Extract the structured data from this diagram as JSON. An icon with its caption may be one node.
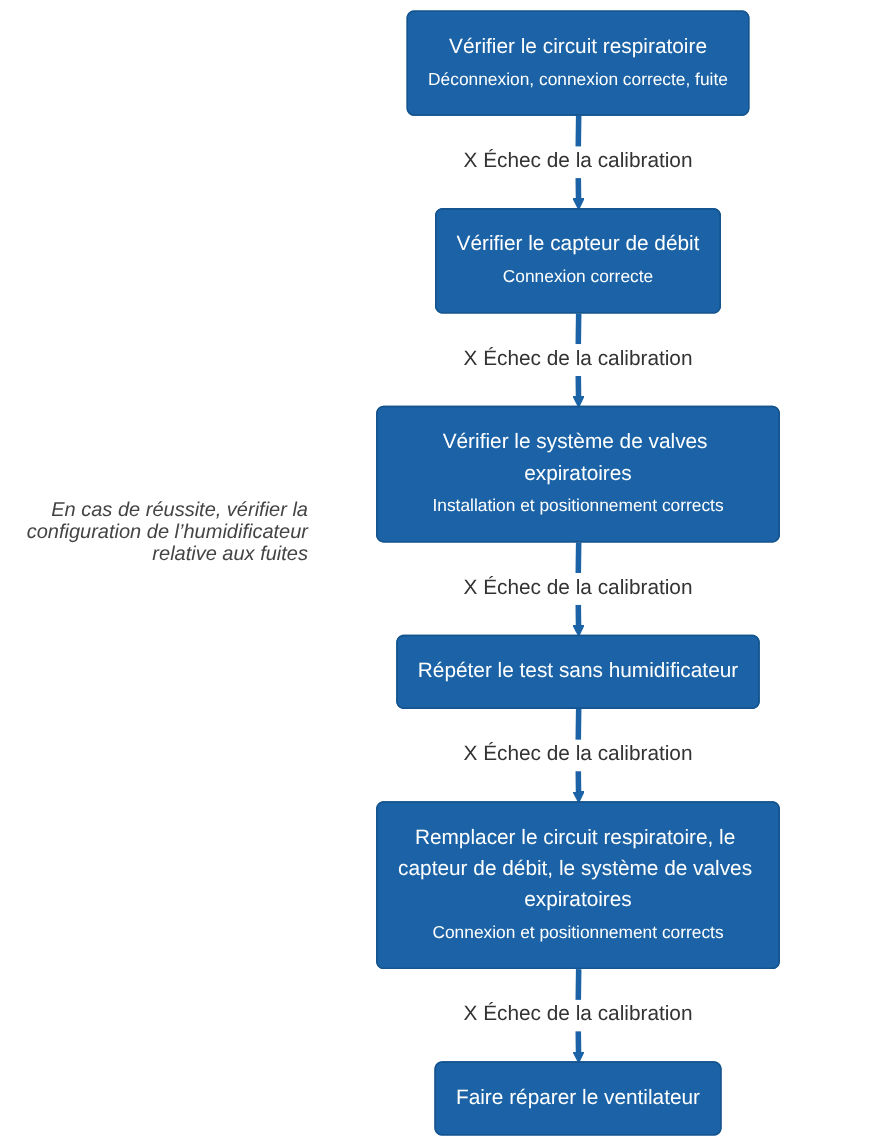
{
  "diagram": {
    "nodes": [
      {
        "text": [
          "Vérifier le circuit respiratoire",
          "Déconnexion, connexion correcte, fuite"
        ]
      },
      {
        "text": [
          "Vérifier le capteur de débit",
          "Connexion correcte"
        ]
      },
      {
        "text": [
          "Vérifier le système de valves expiratoires",
          "Installation et positionnement corrects"
        ]
      },
      {
        "text": [
          "Répéter le test sans humidificateur"
        ]
      },
      {
        "text": [
          "Remplacer le circuit respiratoire, le capteur de débit, le système de valves expiratoires",
          "Connexion et positionnement corrects"
        ]
      },
      {
        "text": [
          "Faire réparer le ventilateur"
        ]
      }
    ],
    "edges": [
      {
        "from": 0,
        "to": 1,
        "arrow": "to",
        "label": "X Échec de la calibration"
      },
      {
        "from": 1,
        "to": 2,
        "arrow": "to",
        "label": "X Échec de la calibration"
      },
      {
        "from": 2,
        "to": 3,
        "arrow": "to",
        "label": "X Échec de la calibration"
      },
      {
        "from": 3,
        "to": 4,
        "arrow": "to",
        "label": "X Échec de la calibration"
      },
      {
        "from": 4,
        "to": 5,
        "arrow": "to",
        "label": "X Échec de la calibration"
      }
    ],
    "labels": [
      "En cas de réussite, vérifier la configuration de l’humidificateur relative aux fuites"
    ]
  }
}
